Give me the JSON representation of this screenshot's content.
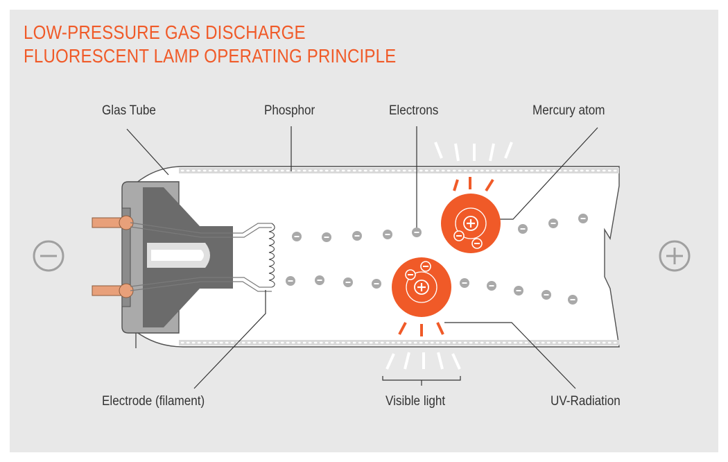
{
  "title_line1": "LOW-PRESSURE GAS DISCHARGE",
  "title_line2": "FLUORESCENT LAMP OPERATING PRINCIPLE",
  "labels": {
    "glass_tube": "Glas Tube",
    "phosphor": "Phosphor",
    "electrons": "Electrons",
    "mercury_atom": "Mercury atom",
    "electrode": "Electrode (filament)",
    "visible_light": "Visible light",
    "uv_radiation": "UV-Radiation"
  },
  "polarity": {
    "negative": "negative-terminal-icon",
    "positive": "positive-terminal-icon"
  },
  "icons": {
    "electron": "minus-circle",
    "nucleus": "plus-circle"
  },
  "colors": {
    "background": "#e8e8e8",
    "accent": "#f05a28",
    "electrode_gray": "#6b6b6b",
    "pin_copper": "#e8a07a",
    "electron_gray": "#a9a9a9",
    "visible_light": "#ffffff"
  }
}
